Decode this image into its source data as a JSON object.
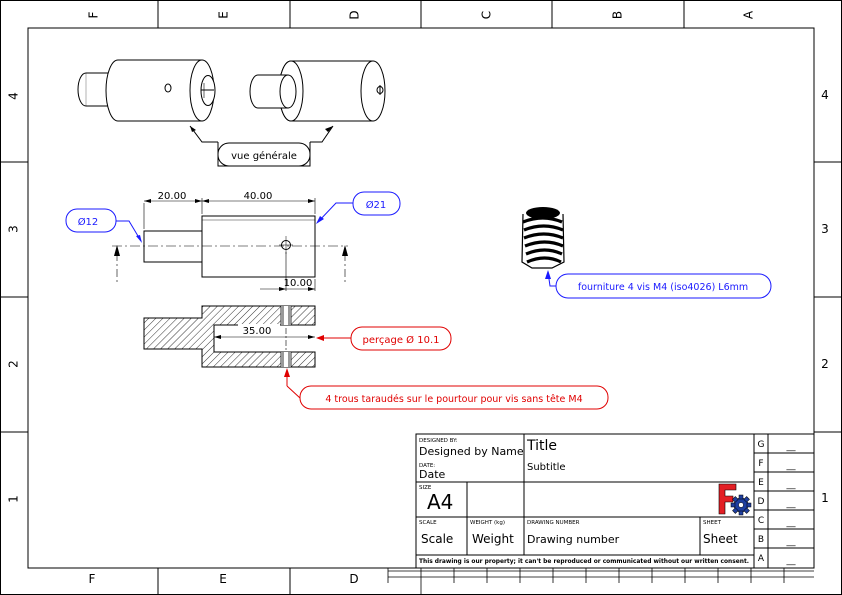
{
  "frame": {
    "col_letters_top": [
      "F",
      "E",
      "D",
      "C",
      "B",
      "A"
    ],
    "col_letters_bottom": [
      "F",
      "E",
      "D"
    ],
    "row_numbers": [
      "4",
      "3",
      "2",
      "1"
    ]
  },
  "views": {
    "general_label": "vue générale"
  },
  "dimensions": {
    "d1": "20.00",
    "d2": "40.00",
    "d3": "10.00",
    "d4": "35.00"
  },
  "callouts": {
    "dia12": "Ø12",
    "dia21": "Ø21",
    "drill": "perçage Ø 10.1",
    "holes": "4 trous taraudés sur le pourtour pour vis sans tête M4",
    "screw": "fourniture 4 vis M4 (iso4026) L6mm"
  },
  "title_block": {
    "designed_by_caption": "DESIGNED BY:",
    "designed_by": "Designed by Name",
    "date_caption": "DATE:",
    "date": "Date",
    "size_caption": "SIZE",
    "size": "A4",
    "title": "Title",
    "subtitle": "Subtitle",
    "scale_caption": "SCALE",
    "scale": "Scale",
    "weight_caption": "WEIGHT (kg)",
    "weight": "Weight",
    "drawing_number_caption": "DRAWING NUMBER",
    "drawing_number": "Drawing number",
    "sheet_caption": "SHEET",
    "sheet": "Sheet",
    "notice": "This drawing is our property; it can't be reproduced or communicated without our written consent.",
    "revisions": [
      "G",
      "F",
      "E",
      "D",
      "C",
      "B",
      "A"
    ],
    "revision_value": "__"
  },
  "colors": {
    "line": "#000000",
    "blue_callout": "#1a1aff",
    "red_callout": "#e00000",
    "logo_red": "#e31e24",
    "logo_blue": "#1f3fa0"
  },
  "icons": {
    "logo": "freecad-logo-icon"
  }
}
